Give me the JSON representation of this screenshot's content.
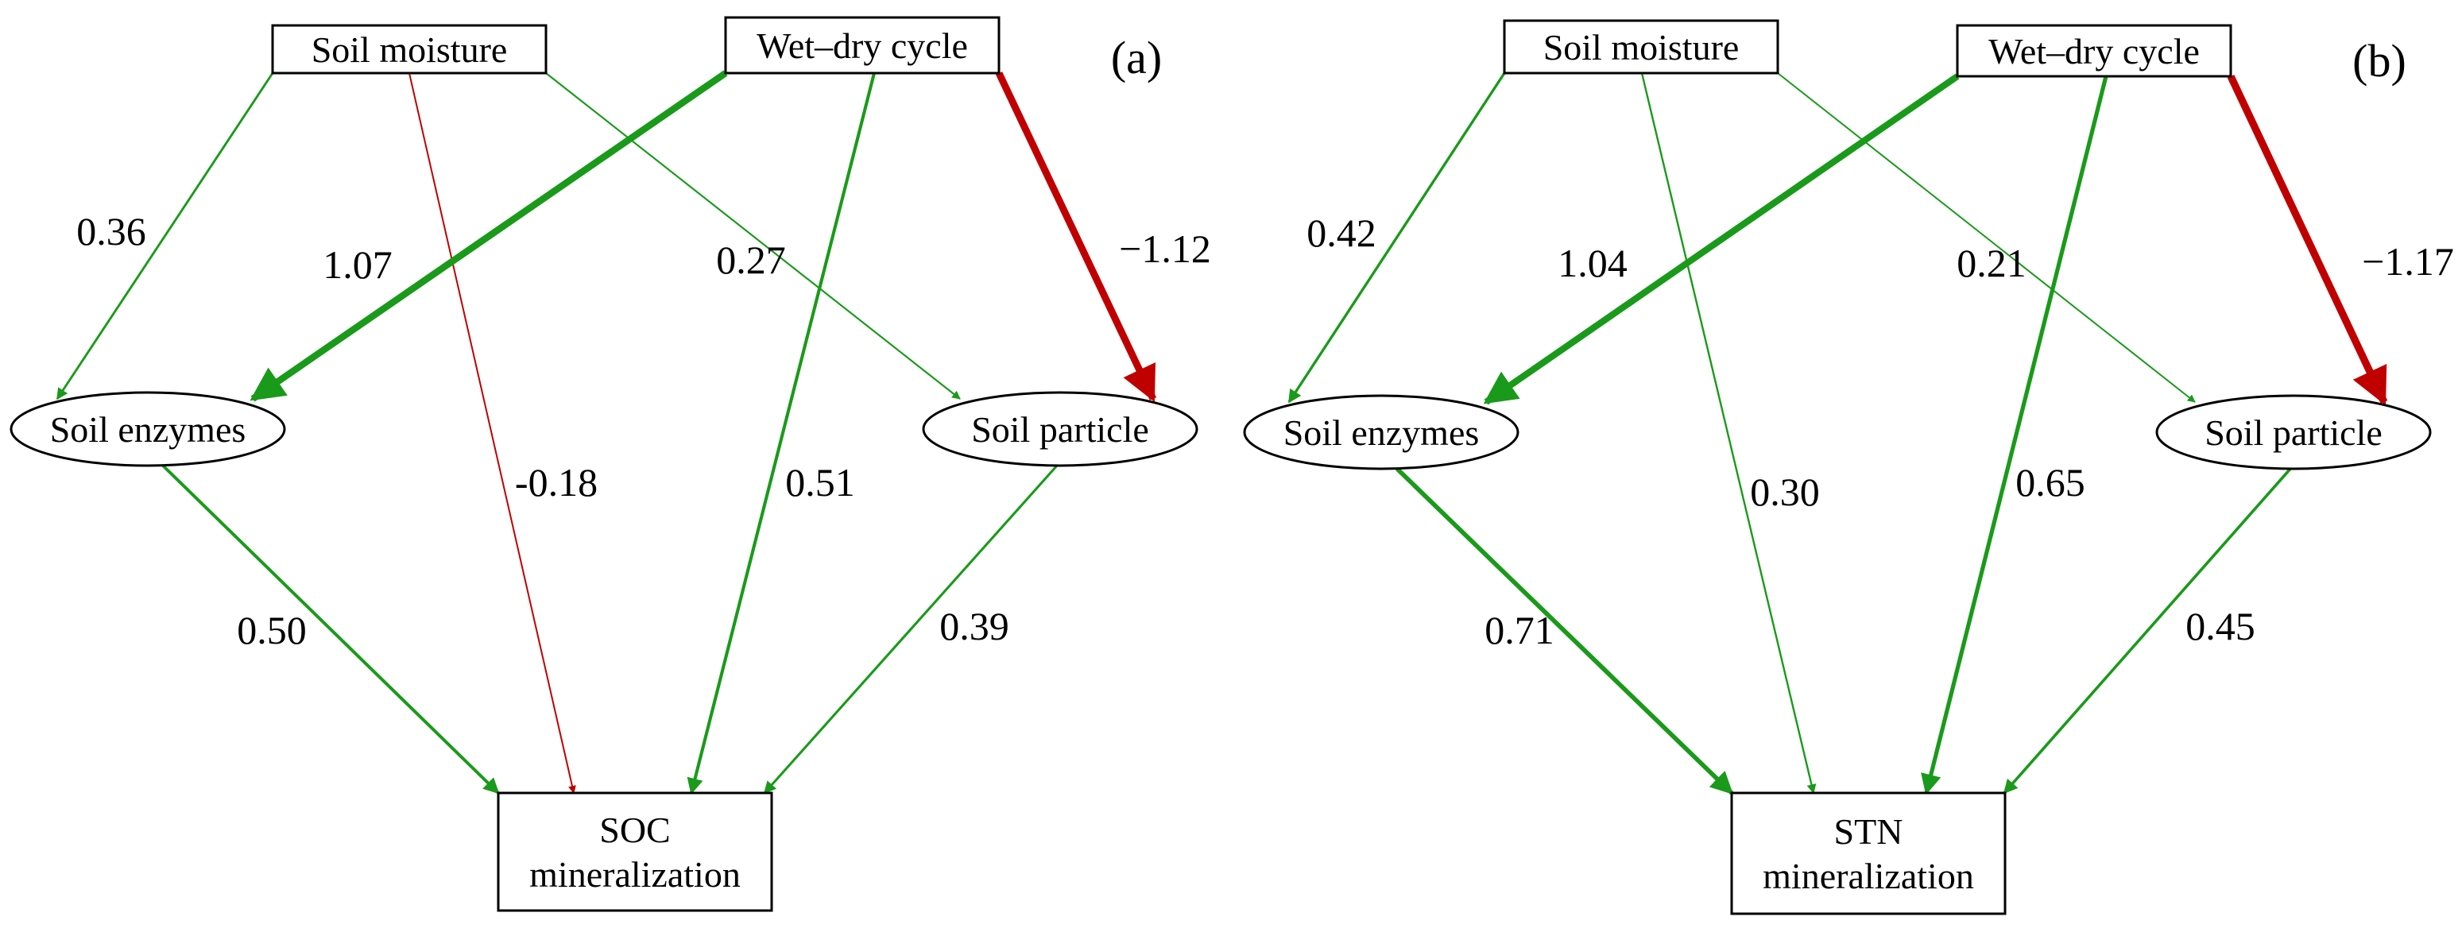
{
  "colors": {
    "positive": "#1a9a1a",
    "negative": "#c00000",
    "text": "#000000"
  },
  "panels": [
    {
      "label": "(a)",
      "nodes": {
        "moisture": {
          "lines": [
            "Soil moisture"
          ],
          "shape": "rect"
        },
        "wetdry": {
          "lines": [
            "Wet–dry cycle"
          ],
          "shape": "rect"
        },
        "enzymes": {
          "lines": [
            "Soil enzymes"
          ],
          "shape": "ellipse"
        },
        "particle": {
          "lines": [
            "Soil particle"
          ],
          "shape": "ellipse"
        },
        "outcome": {
          "lines": [
            "SOC",
            "mineralization"
          ],
          "shape": "rect"
        }
      },
      "paths": [
        {
          "from": "moisture",
          "to": "enzymes",
          "coefficient": "0.36",
          "sign": "positive",
          "weight": 0.36
        },
        {
          "from": "moisture",
          "to": "outcome",
          "coefficient": "-0.18",
          "sign": "negative",
          "weight": 0.18
        },
        {
          "from": "moisture",
          "to": "particle",
          "coefficient": "0.27",
          "sign": "positive",
          "weight": 0.27
        },
        {
          "from": "wetdry",
          "to": "enzymes",
          "coefficient": "1.07",
          "sign": "positive",
          "weight": 1.07
        },
        {
          "from": "wetdry",
          "to": "outcome",
          "coefficient": "0.51",
          "sign": "positive",
          "weight": 0.51
        },
        {
          "from": "wetdry",
          "to": "particle",
          "coefficient": "−1.12",
          "sign": "negative",
          "weight": 1.12
        },
        {
          "from": "enzymes",
          "to": "outcome",
          "coefficient": "0.50",
          "sign": "positive",
          "weight": 0.5
        },
        {
          "from": "particle",
          "to": "outcome",
          "coefficient": "0.39",
          "sign": "positive",
          "weight": 0.39
        }
      ]
    },
    {
      "label": "(b)",
      "nodes": {
        "moisture": {
          "lines": [
            "Soil moisture"
          ],
          "shape": "rect"
        },
        "wetdry": {
          "lines": [
            "Wet–dry cycle"
          ],
          "shape": "rect"
        },
        "enzymes": {
          "lines": [
            "Soil enzymes"
          ],
          "shape": "ellipse"
        },
        "particle": {
          "lines": [
            "Soil particle"
          ],
          "shape": "ellipse"
        },
        "outcome": {
          "lines": [
            "STN",
            "mineralization"
          ],
          "shape": "rect"
        }
      },
      "paths": [
        {
          "from": "moisture",
          "to": "enzymes",
          "coefficient": "0.42",
          "sign": "positive",
          "weight": 0.42
        },
        {
          "from": "moisture",
          "to": "outcome",
          "coefficient": "0.30",
          "sign": "positive",
          "weight": 0.3
        },
        {
          "from": "moisture",
          "to": "particle",
          "coefficient": "0.21",
          "sign": "positive",
          "weight": 0.21
        },
        {
          "from": "wetdry",
          "to": "enzymes",
          "coefficient": "1.04",
          "sign": "positive",
          "weight": 1.04
        },
        {
          "from": "wetdry",
          "to": "outcome",
          "coefficient": "0.65",
          "sign": "positive",
          "weight": 0.65
        },
        {
          "from": "wetdry",
          "to": "particle",
          "coefficient": "−1.17",
          "sign": "negative",
          "weight": 1.17
        },
        {
          "from": "enzymes",
          "to": "outcome",
          "coefficient": "0.71",
          "sign": "positive",
          "weight": 0.71
        },
        {
          "from": "particle",
          "to": "outcome",
          "coefficient": "0.45",
          "sign": "positive",
          "weight": 0.45
        }
      ]
    }
  ]
}
